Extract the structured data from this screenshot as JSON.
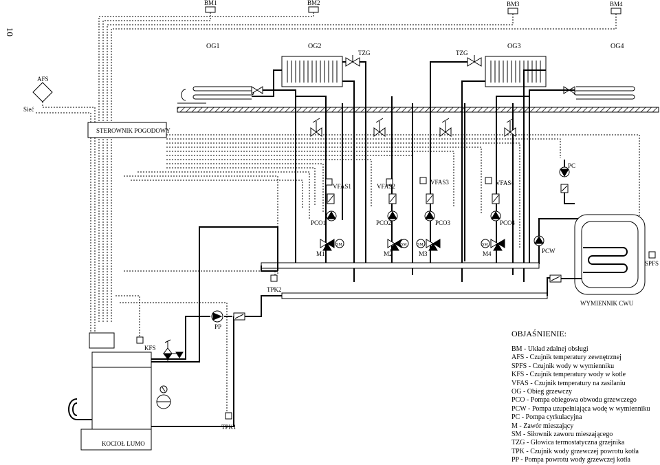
{
  "page_number": "10",
  "labels": {
    "bm1": "BM1",
    "bm2": "BM2",
    "bm3": "BM3",
    "bm4": "BM4",
    "og1": "OG1",
    "og2": "OG2",
    "og3": "OG3",
    "og4": "OG4",
    "tzg_left": "TZG",
    "tzg_right": "TZG",
    "afs": "AFS",
    "siec": "Sieć",
    "sterownik": "STEROWNIK POGODOWY",
    "pc": "PC",
    "vfas1": "VFAS1",
    "vfas2": "VFAS2",
    "vfas3": "VFAS3",
    "vfas4": "VFAS4",
    "pco1": "PCO1",
    "pco2": "PCO2",
    "pco3": "PCO3",
    "pco4": "PCO4",
    "m1": "M1",
    "m2": "M2",
    "m3": "M3",
    "m4": "M4",
    "sm": "SM",
    "pcw": "PCW",
    "spfs": "SPFS",
    "tpk2": "TPK2",
    "tpk1": "TPK1",
    "wymiennik": "WYMIENNIK CWU",
    "pp": "PP",
    "kfs": "KFS",
    "kociol": "KOCIOŁ LUMO"
  },
  "legend": {
    "title": "OBJAŚNIENIE:",
    "items": [
      "BM - Układ zdalnej obsługi",
      "AFS - Czujnik temperatury zewnętrznej",
      "SPFS - Czujnik wody w wymienniku",
      "KFS - Czujnik temperatury wody w kotle",
      "VFAS - Czujnik temperatury na zasilaniu",
      "OG - Obieg grzewczy",
      "PCO - Pompa obiegowa obwodu grzewczego",
      "PCW - Pompa uzupełniająca wodę w wymienniku",
      "PC - Pompa cyrkulacyjna",
      "M - Zawór mieszający",
      "SM - Siłownik zaworu mieszającego",
      "TZG - Głowica termostatyczna grzejnika",
      "TPK - Czujnik wody grzewczej powrotu kotła",
      "PP - Pompa powrotu wody grzewczej kotła"
    ]
  }
}
